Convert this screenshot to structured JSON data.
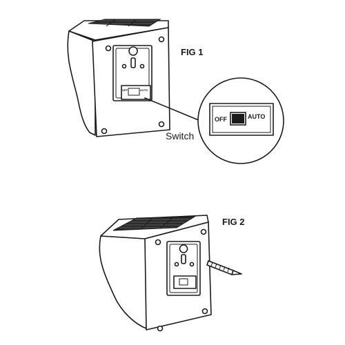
{
  "figures": {
    "fig1": {
      "label": "FIG 1"
    },
    "fig2": {
      "label": "FIG 2"
    }
  },
  "callout": {
    "switch_label": "Switch",
    "off_label": "OFF",
    "auto_label": "AUTO"
  },
  "colors": {
    "ink": "#1a1a1a",
    "background": "#ffffff",
    "solar_panel": "#2a2a2a"
  }
}
